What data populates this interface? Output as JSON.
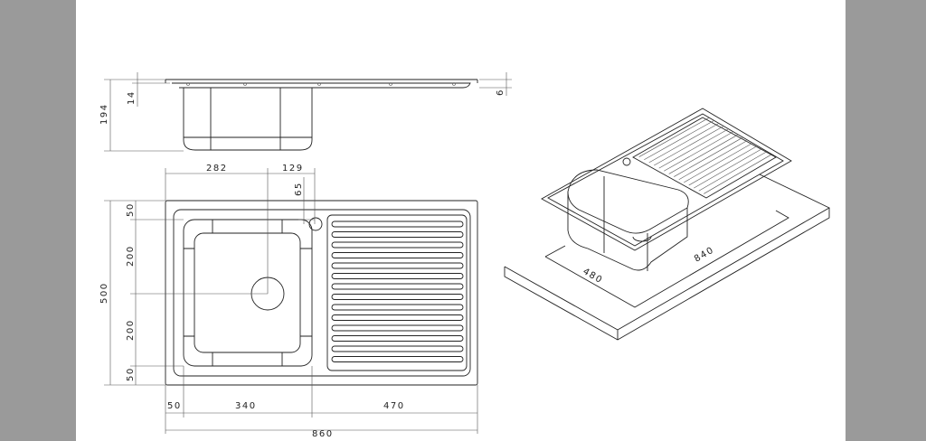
{
  "viewer": {
    "background": "#9a9a9a",
    "page": "#ffffff"
  },
  "side_view": {
    "height": "194",
    "rim": "14",
    "thickness": "6"
  },
  "plan_view": {
    "top_dims": [
      "282",
      "129"
    ],
    "tap_offset": "65",
    "left_dims": [
      "50",
      "200",
      "200",
      "50"
    ],
    "overall_depth": "500",
    "bottom_dims": [
      "50",
      "340",
      "470"
    ],
    "overall_width": "860"
  },
  "isometric": {
    "cutout_depth": "480",
    "cutout_width": "840"
  },
  "drainboard_ribs": 14
}
